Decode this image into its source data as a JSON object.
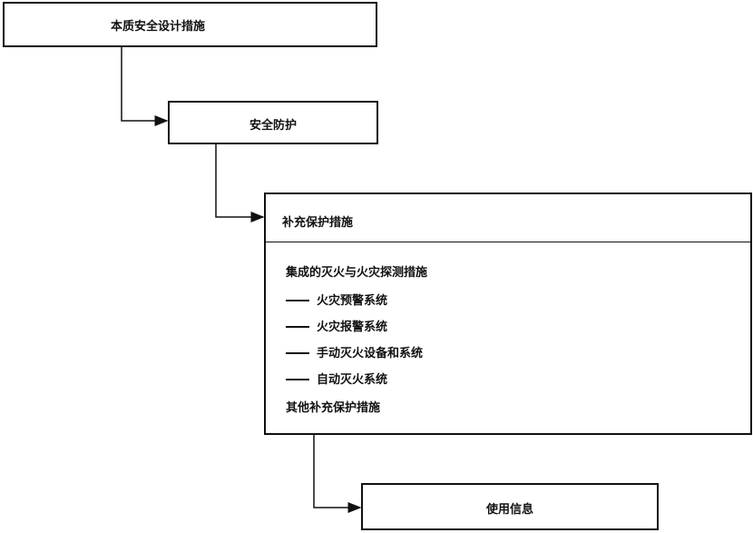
{
  "boxes": {
    "intrinsic": "本质安全设计措施",
    "guarding": "安全防护",
    "supplementary": {
      "title": "补充保护措施",
      "integrated_heading": "集成的灭火与火灾探测措施",
      "items": [
        "火灾预警系统",
        "火灾报警系统",
        "手动灭火设备和系统",
        "自动灭火系统"
      ],
      "other": "其他补充保护措施"
    },
    "usage_info": "使用信息"
  }
}
